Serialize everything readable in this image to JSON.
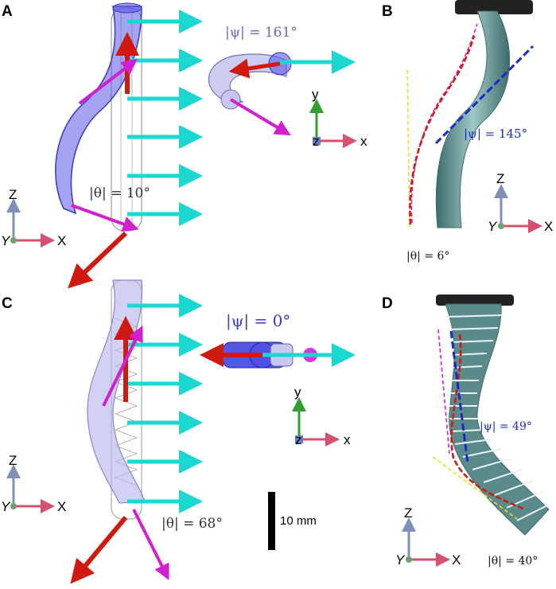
{
  "panels": {
    "A": {
      "letter": "A",
      "psi_label": "|ψ| = 161°",
      "theta_label": "|θ| = 10°",
      "main_axes": {
        "vertical": "Z",
        "horizontal": "X",
        "depth": "Y"
      },
      "inset_axes": {
        "vertical": "y",
        "horizontal": "x",
        "depth": "z"
      }
    },
    "B": {
      "letter": "B",
      "psi_label": "|ψ| = 145°",
      "theta_label": "|θ| = 6°",
      "axes": {
        "vertical": "Z",
        "horizontal": "X",
        "depth": "Y"
      }
    },
    "C": {
      "letter": "C",
      "psi_label": "|ψ| = 0°",
      "theta_label": "|θ| = 68°",
      "main_axes": {
        "vertical": "Z",
        "horizontal": "X",
        "depth": "Y"
      },
      "inset_axes": {
        "vertical": "y",
        "horizontal": "x",
        "depth": "z"
      },
      "scale_bar_label": "10 mm"
    },
    "D": {
      "letter": "D",
      "psi_label": "|ψ| = 49°",
      "theta_label": "|θ| = 40°",
      "axes": {
        "vertical": "Z",
        "horizontal": "X",
        "depth": "Y"
      }
    }
  },
  "colors": {
    "flow_arrow": "#1ad8d0",
    "force_arrow": "#d01a10",
    "moment_arrow": "#d020d0",
    "tube_body": "#5a5ae6",
    "psi_text": "#7060c8",
    "psi_text_photo": "#1a2ac8",
    "axis_z": "#8090b8",
    "axis_x": "#d85070",
    "axis_y_inset": "#30a030",
    "yellow_line": "#e8e020",
    "photo_tube": "#5a8a8a"
  }
}
